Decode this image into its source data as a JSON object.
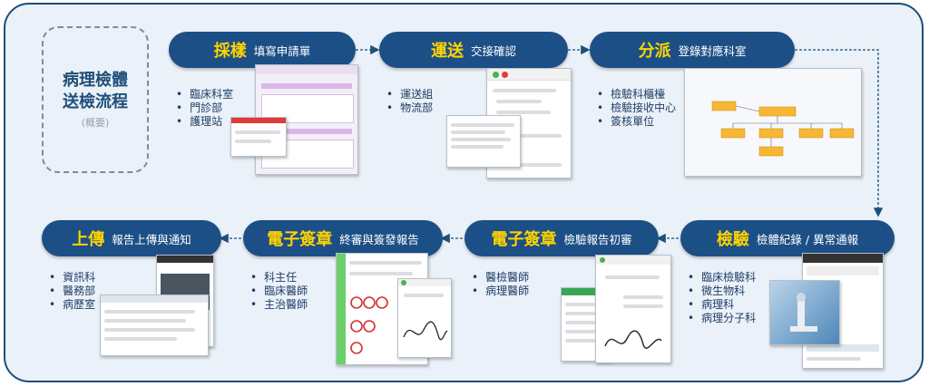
{
  "title": {
    "line1": "病理檢體",
    "line2": "送檢流程",
    "sub": "(概要)"
  },
  "steps": [
    {
      "key": "採樣",
      "desc": "填寫申請單",
      "bullets": [
        "臨床科室",
        "門診部",
        "護理站"
      ]
    },
    {
      "key": "運送",
      "desc": "交接確認",
      "bullets": [
        "運送組",
        "物流部"
      ]
    },
    {
      "key": "分派",
      "desc": "登錄對應科室",
      "bullets": [
        "檢驗科櫃檯",
        "檢驗接收中心",
        "簽核單位"
      ]
    },
    {
      "key": "檢驗",
      "desc": "檢體紀錄 / 異常通報",
      "bullets": [
        "臨床檢驗科",
        "微生物科",
        "病理科",
        "病理分子科"
      ]
    },
    {
      "key": "電子簽章",
      "desc": "檢驗報告初審",
      "bullets": [
        "醫檢醫師",
        "病理醫師"
      ]
    },
    {
      "key": "電子簽章",
      "desc": "終審與簽發報告",
      "bullets": [
        "科主任",
        "臨床醫師",
        "主治醫師"
      ]
    },
    {
      "key": "上傳",
      "desc": "報告上傳與通知",
      "bullets": [
        "資訊科",
        "醫務部",
        "病歷室"
      ]
    }
  ],
  "colors": {
    "pill": "#1c4f86",
    "keyword": "#ffd400",
    "frame": "#1f4e79",
    "background": "#eaf1f8"
  }
}
